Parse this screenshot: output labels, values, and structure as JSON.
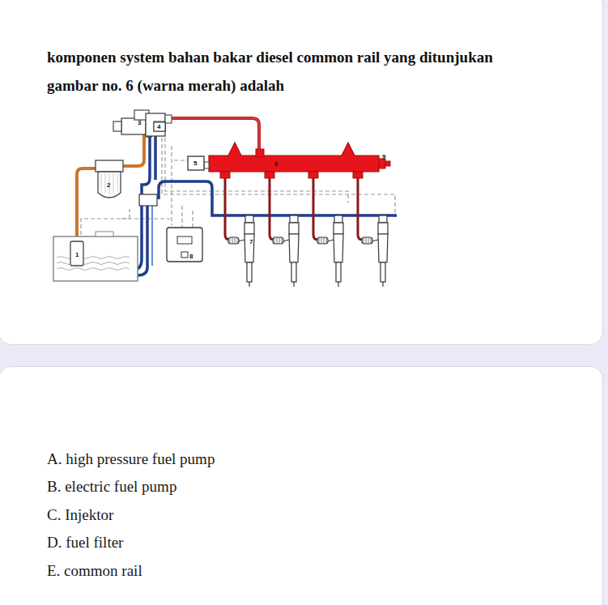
{
  "diagram": {
    "title": "komponen system bahan bakar diesel common rail yang ditunjukan gambar no. 6 (warna merah) adalah",
    "labels": [
      "1",
      "2",
      "3",
      "4",
      "5",
      "6",
      "7",
      "8",
      "9",
      "A. high pressure fuel pump",
      "B. electric fuel pump",
      "C. Injektor",
      "D. fuel filter",
      "E. common rail"
    ]
  }
}
